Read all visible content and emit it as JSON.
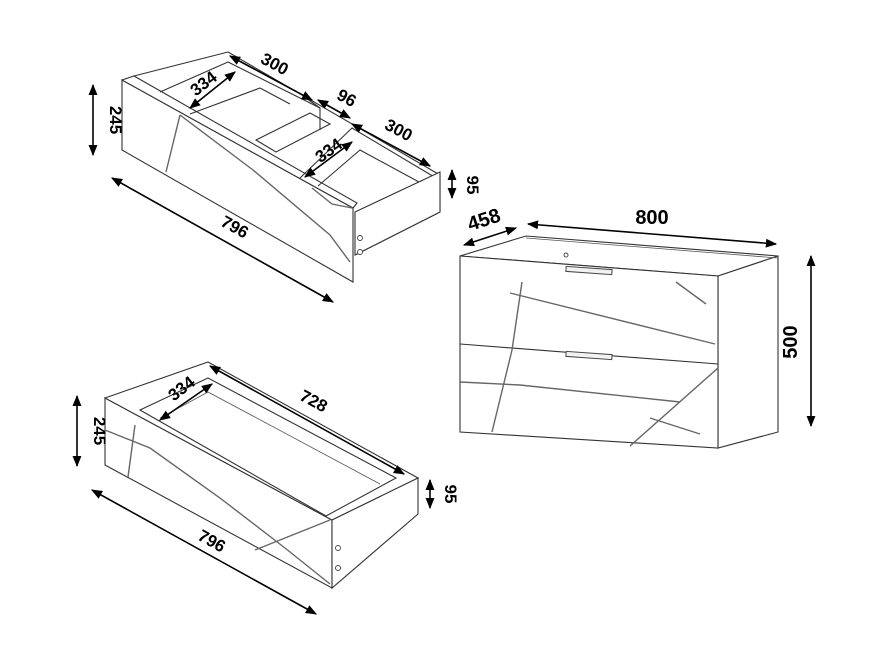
{
  "drawing_a": {
    "dim_height": "245",
    "dim_length": "796",
    "dim_inner_depth_left": "334",
    "dim_inner_width_left": "300",
    "dim_divider": "96",
    "dim_inner_width_right": "300",
    "dim_inner_depth_right": "334",
    "dim_side_height": "95"
  },
  "drawing_b": {
    "dim_height": "245",
    "dim_length": "796",
    "dim_inner_depth": "334",
    "dim_inner_width": "728",
    "dim_side_height": "95"
  },
  "cabinet": {
    "dim_depth": "458",
    "dim_width": "800",
    "dim_height": "500"
  }
}
